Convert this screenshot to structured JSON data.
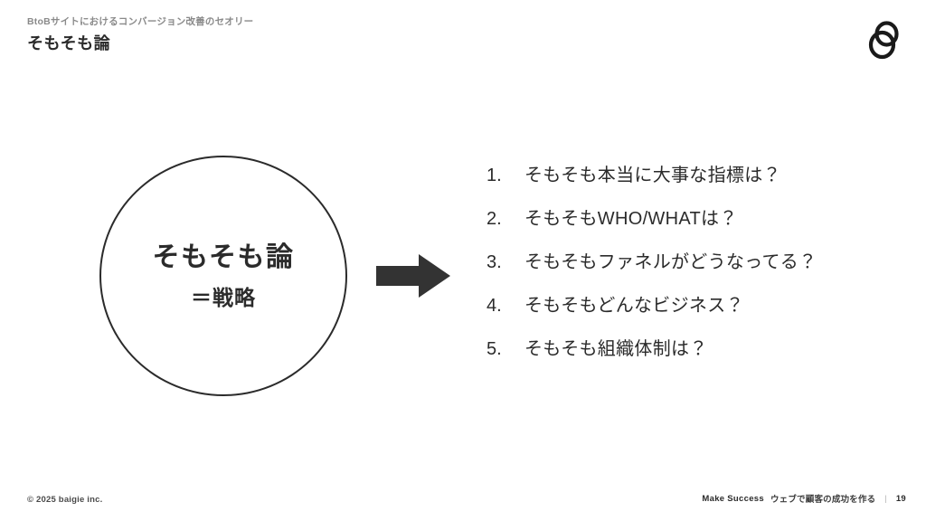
{
  "header": {
    "eyebrow": "BtoBサイトにおけるコンバージョン改善のセオリー",
    "title": "そもそも論"
  },
  "logo": {
    "name": "baigie-logo",
    "icon": "two-overlapping-rings-icon",
    "color": "#1a1a1a"
  },
  "diagram": {
    "circle": {
      "main_label": "そもそも論",
      "sub_label": "＝戦略",
      "stroke_color": "#2b2b2b"
    },
    "arrow": {
      "icon": "right-arrow-icon",
      "direction": "right",
      "color": "#333333"
    }
  },
  "list": {
    "items": [
      {
        "number": "1.",
        "text": "そもそも本当に大事な指標は？"
      },
      {
        "number": "2.",
        "text": "そもそもWHO/WHATは？"
      },
      {
        "number": "3.",
        "text": "そもそもファネルがどうなってる？"
      },
      {
        "number": "4.",
        "text": "そもそもどんなビジネス？"
      },
      {
        "number": "5.",
        "text": "そもそも組織体制は？"
      }
    ]
  },
  "footer": {
    "copyright": "© 2025 baigie inc.",
    "brand": "Make Success",
    "tagline": "ウェブで顧客の成功を作る",
    "divider": "|",
    "page_number": "19"
  }
}
